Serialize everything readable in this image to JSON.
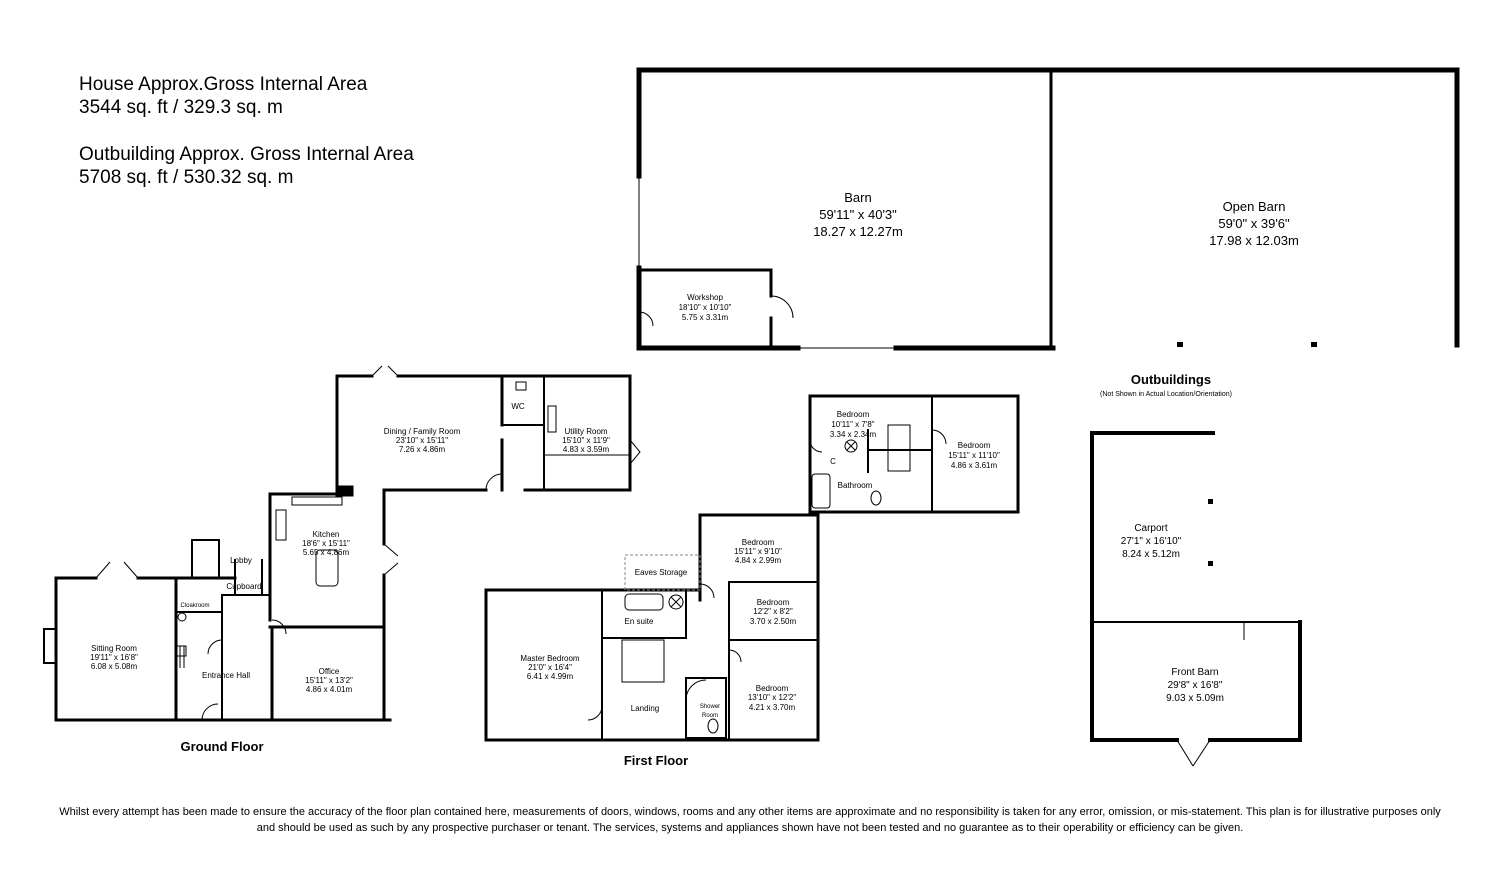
{
  "areas": {
    "house_title": "House Approx.Gross Internal Area",
    "house_value": "3544 sq. ft / 329.3 sq. m",
    "outbuilding_title": "Outbuilding Approx. Gross Internal Area",
    "outbuilding_value": "5708 sq. ft / 530.32 sq. m"
  },
  "outbuildings": {
    "heading": "Outbuildings",
    "note": "(Not Shown in Actual Location/Orientation)",
    "barn": {
      "name": "Barn",
      "imperial": "59'11\" x 40'3\"",
      "metric": "18.27 x 12.27m"
    },
    "open_barn": {
      "name": "Open Barn",
      "imperial": "59'0\" x 39'6\"",
      "metric": "17.98 x 12.03m"
    },
    "workshop": {
      "name": "Workshop",
      "imperial": "18'10\" x 10'10\"",
      "metric": "5.75 x 3.31m"
    },
    "carport": {
      "name": "Carport",
      "imperial": "27'1\" x 16'10\"",
      "metric": "8.24 x 5.12m"
    },
    "front_barn": {
      "name": "Front Barn",
      "imperial": "29'8\" x 16'8\"",
      "metric": "9.03 x 5.09m"
    }
  },
  "ground_floor": {
    "heading": "Ground Floor",
    "sitting_room": {
      "name": "Sitting Room",
      "imperial": "19'11\" x 16'8\"",
      "metric": "6.08 x 5.08m"
    },
    "dining": {
      "name": "Dining / Family Room",
      "imperial": "23'10\" x 15'11\"",
      "metric": "7.26 x 4.86m"
    },
    "kitchen": {
      "name": "Kitchen",
      "imperial": "18'6\" x 15'11\"",
      "metric": "5.65 x 4.86m"
    },
    "utility": {
      "name": "Utility Room",
      "imperial": "15'10\" x 11'9\"",
      "metric": "4.83 x 3.59m"
    },
    "office": {
      "name": "Office",
      "imperial": "15'11\" x 13'2\"",
      "metric": "4.86 x 4.01m"
    },
    "wc": "WC",
    "lobby": "Lobby",
    "cupboard": "Cupboard",
    "cloakroom": "Cloakroom",
    "entrance_hall": "Entrance Hall"
  },
  "first_floor": {
    "heading": "First Floor",
    "master": {
      "name": "Master Bedroom",
      "imperial": "21'0\" x 16'4\"",
      "metric": "6.41 x 4.99m"
    },
    "bed_a": {
      "name": "Bedroom",
      "imperial": "10'11\" x 7'8\"",
      "metric": "3.34 x 2.34m"
    },
    "bed_b": {
      "name": "Bedroom",
      "imperial": "15'11\" x 11'10\"",
      "metric": "4.86 x 3.61m"
    },
    "bed_c": {
      "name": "Bedroom",
      "imperial": "15'11\" x 9'10\"",
      "metric": "4.84 x 2.99m"
    },
    "bed_d": {
      "name": "Bedroom",
      "imperial": "12'2\" x 8'2\"",
      "metric": "3.70 x 2.50m"
    },
    "bed_e": {
      "name": "Bedroom",
      "imperial": "13'10\" x 12'2\"",
      "metric": "4.21 x 3.70m"
    },
    "bathroom": "Bathroom",
    "cupboard_c": "C",
    "eaves": "Eaves Storage",
    "ensuite": "En suite",
    "landing": "Landing",
    "shower_line1": "Shower",
    "shower_line2": "Room"
  },
  "disclaimer_line1": "Whilst every attempt has been made to ensure the accuracy of the floor plan contained here, measurements of doors, windows, rooms and any other items are approximate and no responsibility is taken for any error, omission, or mis-statement. This plan is for illustrative purposes only",
  "disclaimer_line2": "and should be used as such by any prospective purchaser or tenant. The services, systems and appliances shown have not been tested and no guarantee as to their operability or efficiency can be given."
}
